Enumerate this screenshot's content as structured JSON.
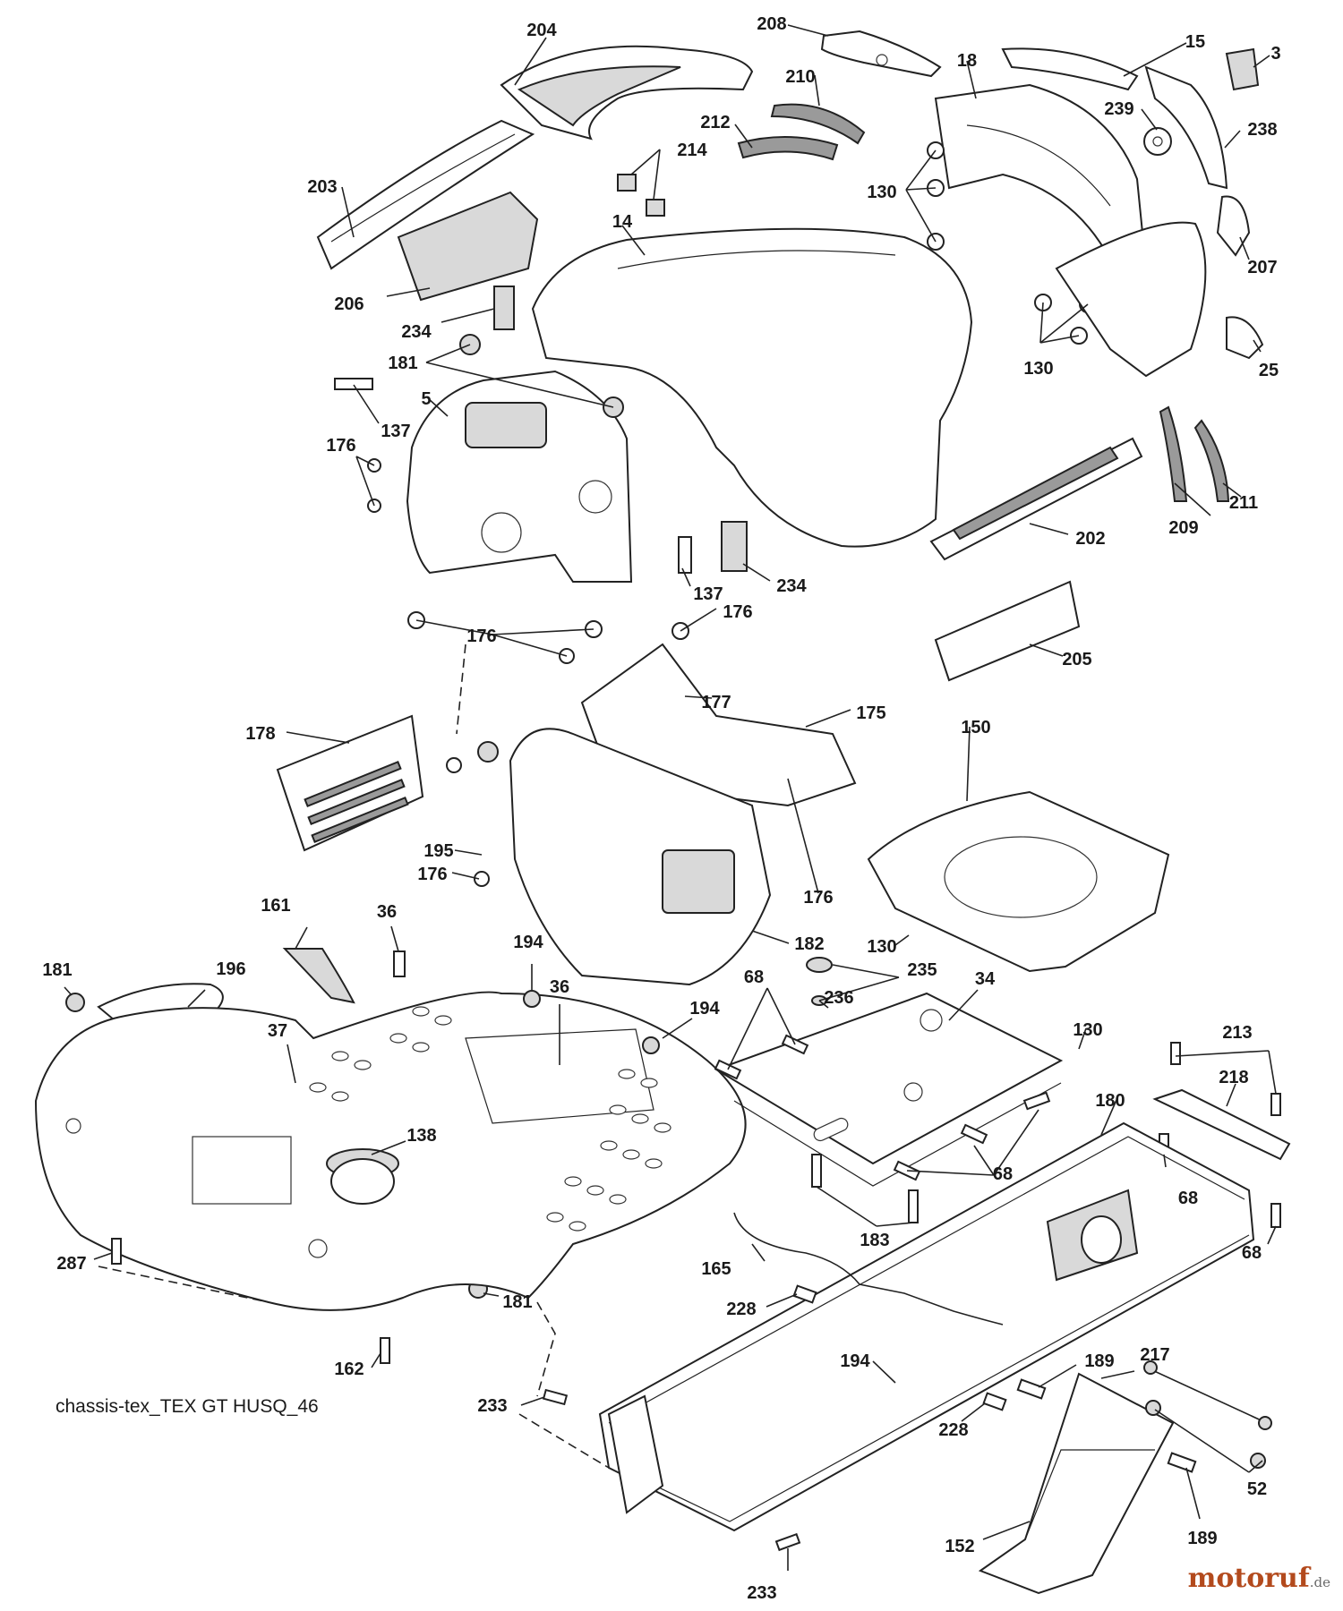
{
  "caption": "chassis-tex_TEX GT HUSQ_46",
  "watermark": {
    "brand": "motoruf",
    "tld": ".de"
  },
  "parts": [
    {
      "id": "204",
      "label": "204"
    },
    {
      "id": "208",
      "label": "208"
    },
    {
      "id": "15",
      "label": "15"
    },
    {
      "id": "3",
      "label": "3"
    },
    {
      "id": "210",
      "label": "210"
    },
    {
      "id": "18",
      "label": "18"
    },
    {
      "id": "239",
      "label": "239"
    },
    {
      "id": "212",
      "label": "212"
    },
    {
      "id": "214",
      "label": "214"
    },
    {
      "id": "238",
      "label": "238"
    },
    {
      "id": "203",
      "label": "203"
    },
    {
      "id": "130a",
      "label": "130"
    },
    {
      "id": "14",
      "label": "14"
    },
    {
      "id": "207",
      "label": "207"
    },
    {
      "id": "206",
      "label": "206"
    },
    {
      "id": "234a",
      "label": "234"
    },
    {
      "id": "181a",
      "label": "181"
    },
    {
      "id": "130b",
      "label": "130"
    },
    {
      "id": "25",
      "label": "25"
    },
    {
      "id": "5",
      "label": "5"
    },
    {
      "id": "137a",
      "label": "137"
    },
    {
      "id": "176a",
      "label": "176"
    },
    {
      "id": "209",
      "label": "209"
    },
    {
      "id": "211",
      "label": "211"
    },
    {
      "id": "202",
      "label": "202"
    },
    {
      "id": "137b",
      "label": "137"
    },
    {
      "id": "234b",
      "label": "234"
    },
    {
      "id": "176b",
      "label": "176"
    },
    {
      "id": "176c",
      "label": "176"
    },
    {
      "id": "205",
      "label": "205"
    },
    {
      "id": "177",
      "label": "177"
    },
    {
      "id": "175",
      "label": "175"
    },
    {
      "id": "150",
      "label": "150"
    },
    {
      "id": "178",
      "label": "178"
    },
    {
      "id": "195",
      "label": "195"
    },
    {
      "id": "176d",
      "label": "176"
    },
    {
      "id": "176e",
      "label": "176"
    },
    {
      "id": "182",
      "label": "182"
    },
    {
      "id": "130c",
      "label": "130"
    },
    {
      "id": "161",
      "label": "161"
    },
    {
      "id": "36a",
      "label": "36"
    },
    {
      "id": "194a",
      "label": "194"
    },
    {
      "id": "235",
      "label": "235"
    },
    {
      "id": "181b",
      "label": "181"
    },
    {
      "id": "196",
      "label": "196"
    },
    {
      "id": "68a",
      "label": "68"
    },
    {
      "id": "34",
      "label": "34"
    },
    {
      "id": "36b",
      "label": "36"
    },
    {
      "id": "236",
      "label": "236"
    },
    {
      "id": "194b",
      "label": "194"
    },
    {
      "id": "130d",
      "label": "130"
    },
    {
      "id": "37",
      "label": "37"
    },
    {
      "id": "213",
      "label": "213"
    },
    {
      "id": "218",
      "label": "218"
    },
    {
      "id": "180",
      "label": "180"
    },
    {
      "id": "138",
      "label": "138"
    },
    {
      "id": "68b",
      "label": "68"
    },
    {
      "id": "68c",
      "label": "68"
    },
    {
      "id": "183",
      "label": "183"
    },
    {
      "id": "68d",
      "label": "68"
    },
    {
      "id": "287",
      "label": "287"
    },
    {
      "id": "165",
      "label": "165"
    },
    {
      "id": "228a",
      "label": "228"
    },
    {
      "id": "181c",
      "label": "181"
    },
    {
      "id": "162",
      "label": "162"
    },
    {
      "id": "217",
      "label": "217"
    },
    {
      "id": "194c",
      "label": "194"
    },
    {
      "id": "189a",
      "label": "189"
    },
    {
      "id": "233a",
      "label": "233"
    },
    {
      "id": "228b",
      "label": "228"
    },
    {
      "id": "52",
      "label": "52"
    },
    {
      "id": "189b",
      "label": "189"
    },
    {
      "id": "152",
      "label": "152"
    },
    {
      "id": "233b",
      "label": "233"
    }
  ]
}
